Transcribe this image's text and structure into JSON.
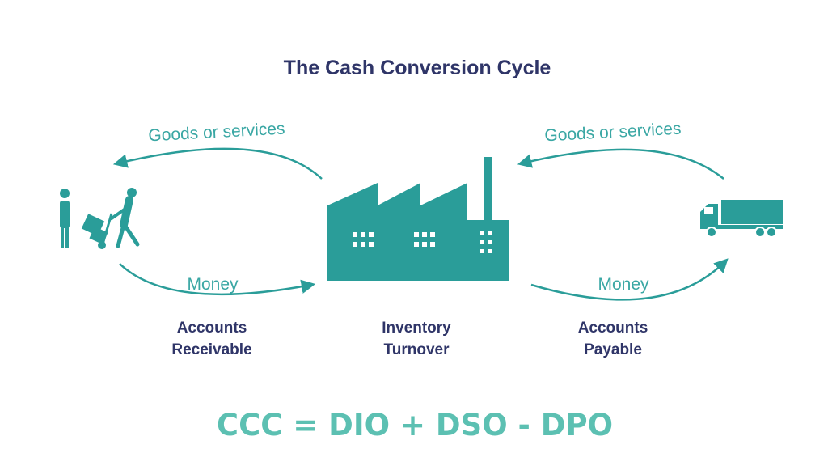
{
  "title": "The Cash Conversion Cycle",
  "arrows": {
    "left_top": "Goods or services",
    "right_top": "Goods or services",
    "left_bottom": "Money",
    "right_bottom": "Money"
  },
  "captions": {
    "left_line1": "Accounts",
    "left_line2": "Receivable",
    "center_line1": "Inventory",
    "center_line2": "Turnover",
    "right_line1": "Accounts",
    "right_line2": "Payable"
  },
  "formula": "CCC = DIO + DSO - DPO",
  "colors": {
    "teal": "#2a9d99",
    "navy": "#2f3568",
    "formula": "#5cc0b2"
  },
  "icons": [
    "customer-icon",
    "factory-icon",
    "truck-icon"
  ]
}
